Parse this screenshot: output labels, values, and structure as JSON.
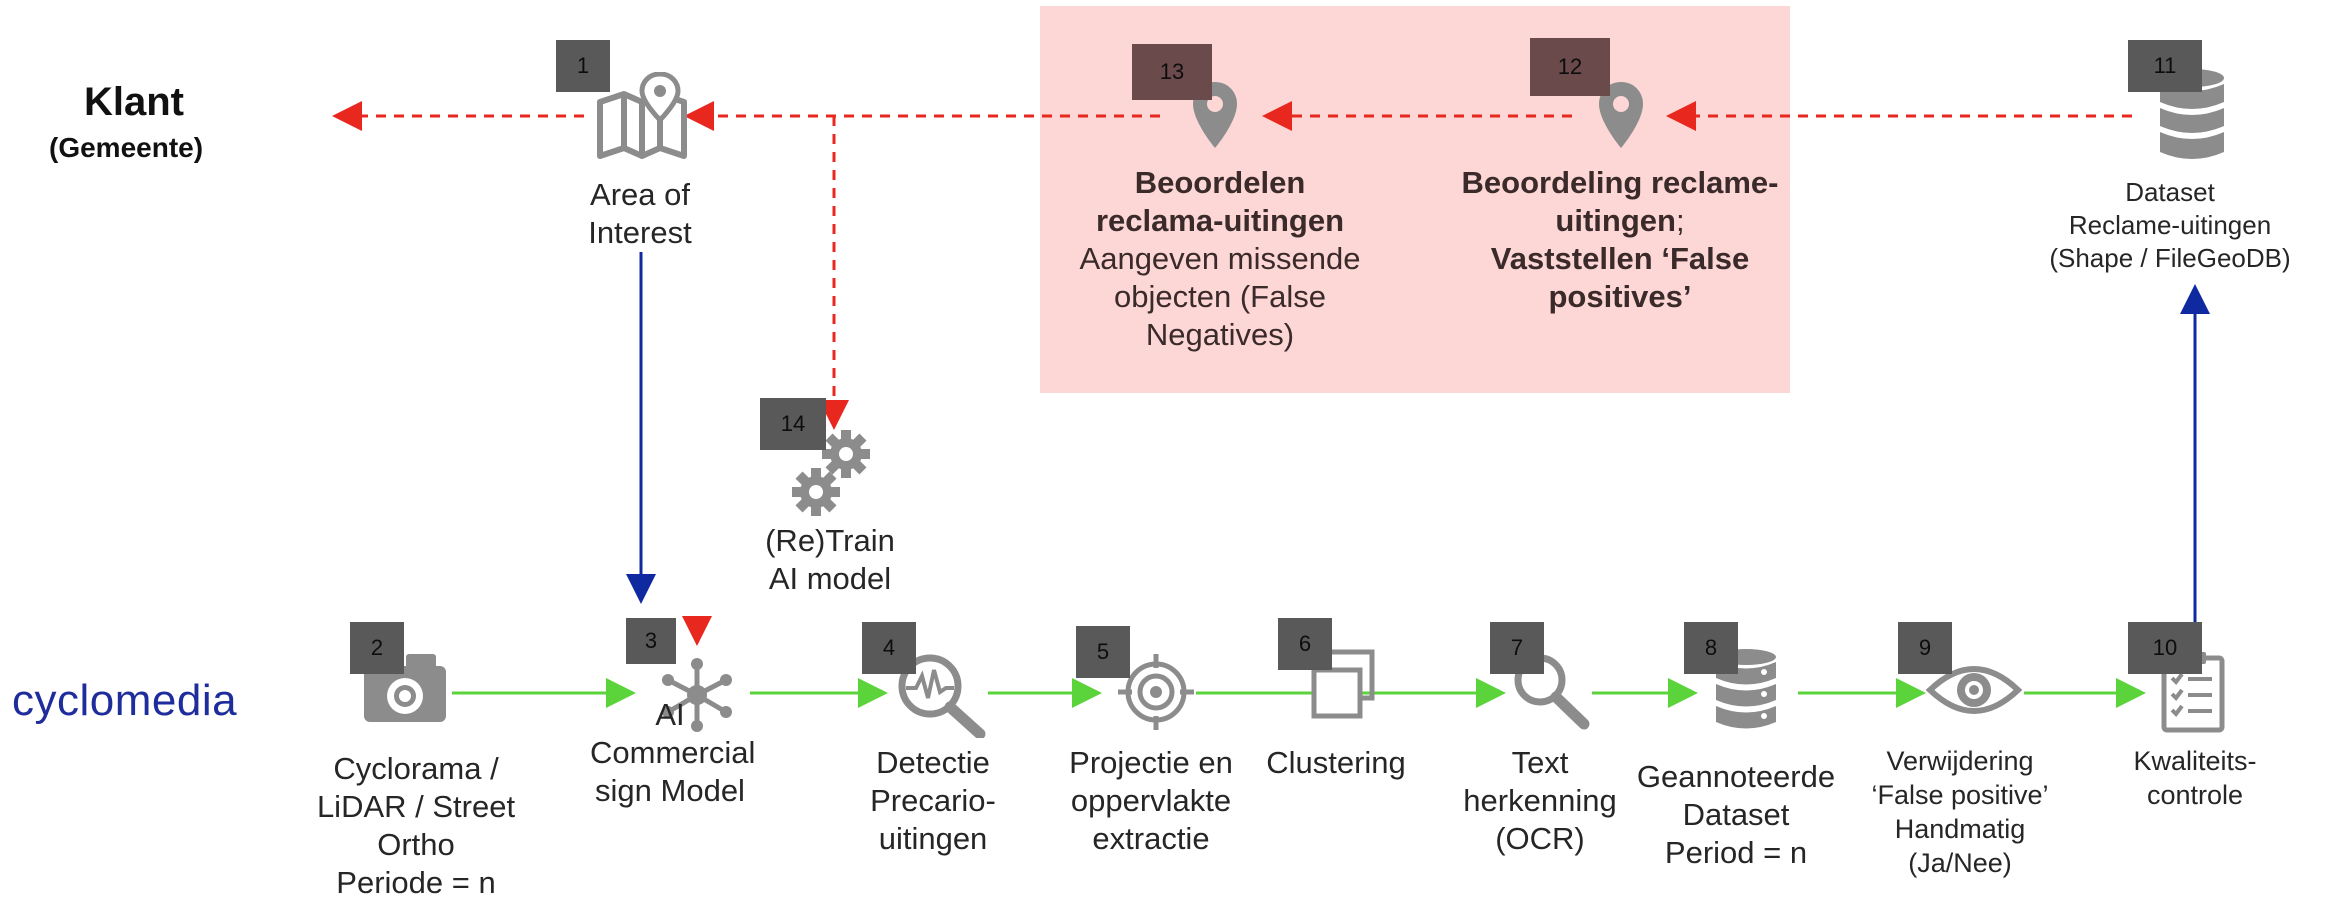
{
  "client": {
    "title": "Klant",
    "subtitle": "(Gemeente)"
  },
  "brand": "cyclomedia",
  "steps": {
    "s1": {
      "num": "1",
      "icon": "map-pin-icon",
      "label": [
        "Area of",
        "Interest"
      ]
    },
    "s2": {
      "num": "2",
      "icon": "camera-icon",
      "label": [
        "Cyclorama /",
        "LiDAR / Street",
        "Ortho",
        "Periode = n"
      ]
    },
    "s3": {
      "num": "3",
      "icon": "network-hub-icon",
      "label": [
        "AI",
        "Commercial",
        "sign Model"
      ]
    },
    "s4": {
      "num": "4",
      "icon": "magnifier-waveform-icon",
      "label": [
        "Detectie",
        "Precario-",
        "uitingen"
      ]
    },
    "s5": {
      "num": "5",
      "icon": "target-icon",
      "label": [
        "Projectie en",
        "oppervlakte",
        "extractie"
      ]
    },
    "s6": {
      "num": "6",
      "icon": "stacked-squares-icon",
      "label": [
        "Clustering"
      ]
    },
    "s7": {
      "num": "7",
      "icon": "search-icon",
      "label": [
        "Text",
        "herkenning",
        "(OCR)"
      ]
    },
    "s8": {
      "num": "8",
      "icon": "database-icon",
      "label": [
        "Geannoteerde",
        "Dataset",
        "Period = n"
      ]
    },
    "s9": {
      "num": "9",
      "icon": "eye-icon",
      "label": [
        "Verwijdering",
        "‘False positive’",
        "Handmatig",
        "(Ja/Nee)"
      ]
    },
    "s10": {
      "num": "10",
      "icon": "checklist-icon",
      "label": [
        "Kwaliteits-",
        "controle"
      ]
    },
    "s11": {
      "num": "11",
      "icon": "database-icon",
      "label": [
        "Dataset",
        "Reclame-uitingen",
        "(Shape / FileGeoDB)"
      ]
    },
    "s12": {
      "num": "12",
      "icon": "location-pin-icon",
      "label_bold_1": "Beoordeling reclame-",
      "label_bold_2": "uitingen",
      "label_sep": ";",
      "label_bold_3": "Vaststellen ‘False",
      "label_bold_4": "positives’"
    },
    "s13": {
      "num": "13",
      "icon": "location-pin-icon",
      "label_bold_1": "Beoordelen",
      "label_bold_2": "reclama-uitingen",
      "label_rest": [
        "Aangeven missende",
        "objecten (False",
        "Negatives)"
      ]
    },
    "s14": {
      "num": "14",
      "icon": "gears-icon",
      "label": [
        "(Re)Train",
        "AI model"
      ]
    }
  },
  "colors": {
    "flow_green": "#5bd33a",
    "feedback_red": "#e8271f",
    "link_blue": "#0f2aa0",
    "badge": "#595959",
    "badge_dark": "#6a4a4a",
    "panel": "#fdd6d6",
    "icon_grey": "#8c8c8c",
    "brand_blue": "#1f2d9c"
  }
}
